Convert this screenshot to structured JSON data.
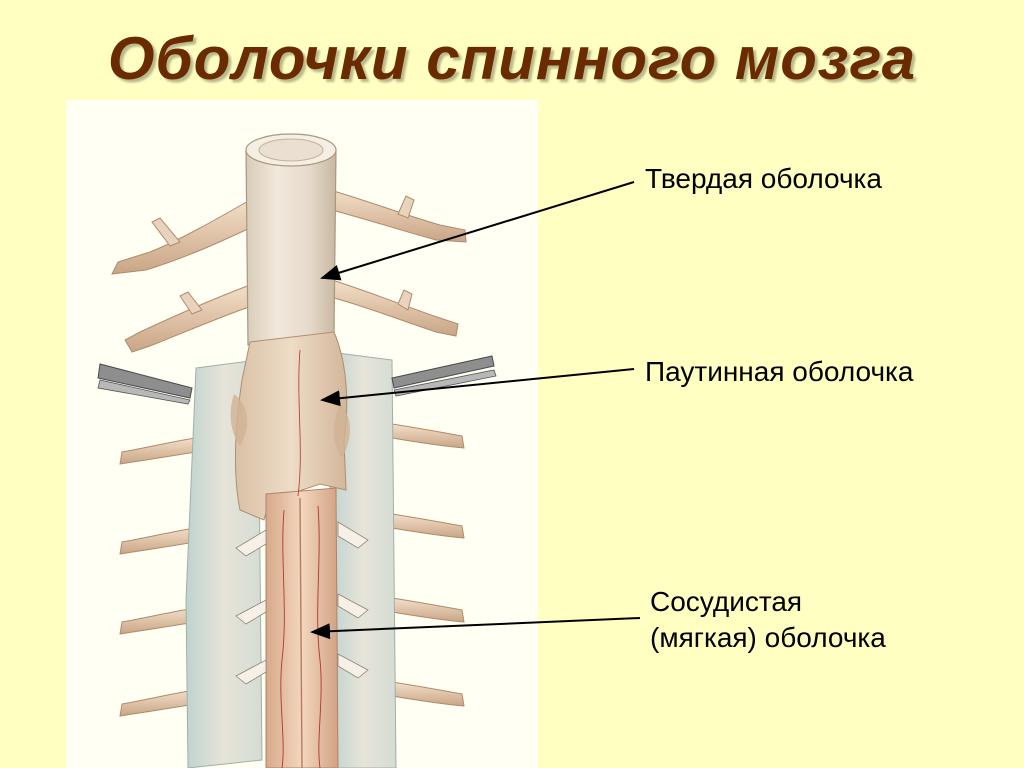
{
  "slide": {
    "title": "Оболочки спинного мозга",
    "colors": {
      "background": "#FFFFC1",
      "title": "#6B2B00",
      "illustration_panel": "#FFFFF4",
      "leader_line": "#000000"
    }
  },
  "labels": {
    "dura": "Твердая оболочка",
    "arachnoid": "Паутинная оболочка",
    "pia_line1": "Сосудистая",
    "pia_line2": "(мягкая) оболочка"
  }
}
